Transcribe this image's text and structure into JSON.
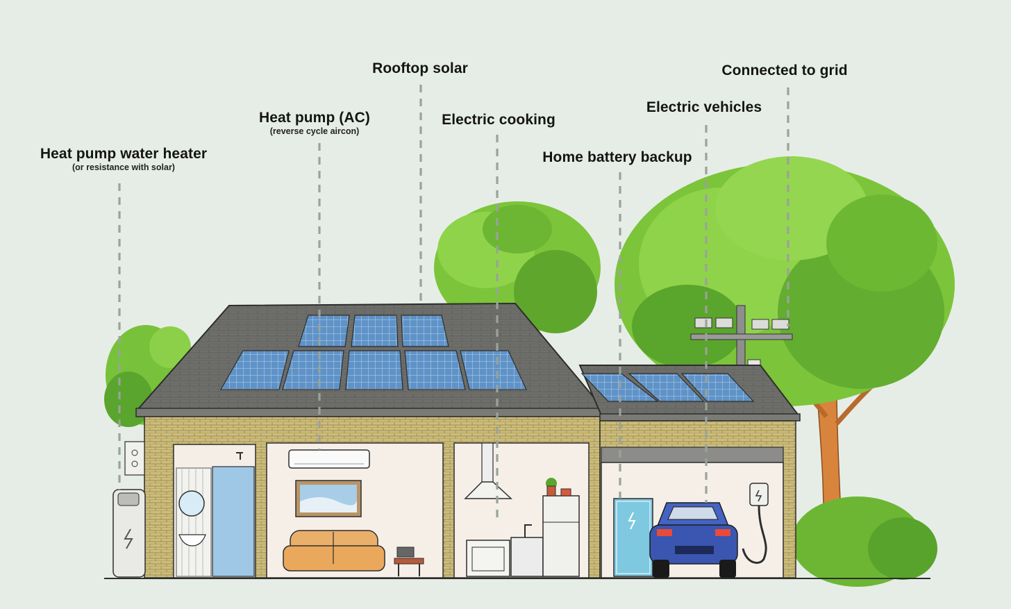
{
  "labels": {
    "water_heater": {
      "title": "Heat pump water heater",
      "subtitle": "(or resistance with solar)"
    },
    "heat_pump": {
      "title": "Heat pump (AC)",
      "subtitle": "(reverse cycle aircon)"
    },
    "rooftop_solar": {
      "title": "Rooftop solar"
    },
    "electric_cooking": {
      "title": "Electric cooking"
    },
    "home_battery": {
      "title": "Home battery backup"
    },
    "electric_vehicles": {
      "title": "Electric vehicles"
    },
    "grid": {
      "title": "Connected to grid"
    }
  },
  "colors": {
    "background": "#e6ede6",
    "leaf": "#7cc43a",
    "leaf_dark": "#4e9a28",
    "brick": "#c9b876",
    "roof": "#6b6b68",
    "solar_panel": "#5b8fc4",
    "interior": "#f6efe8",
    "car": "#3a56b0"
  }
}
